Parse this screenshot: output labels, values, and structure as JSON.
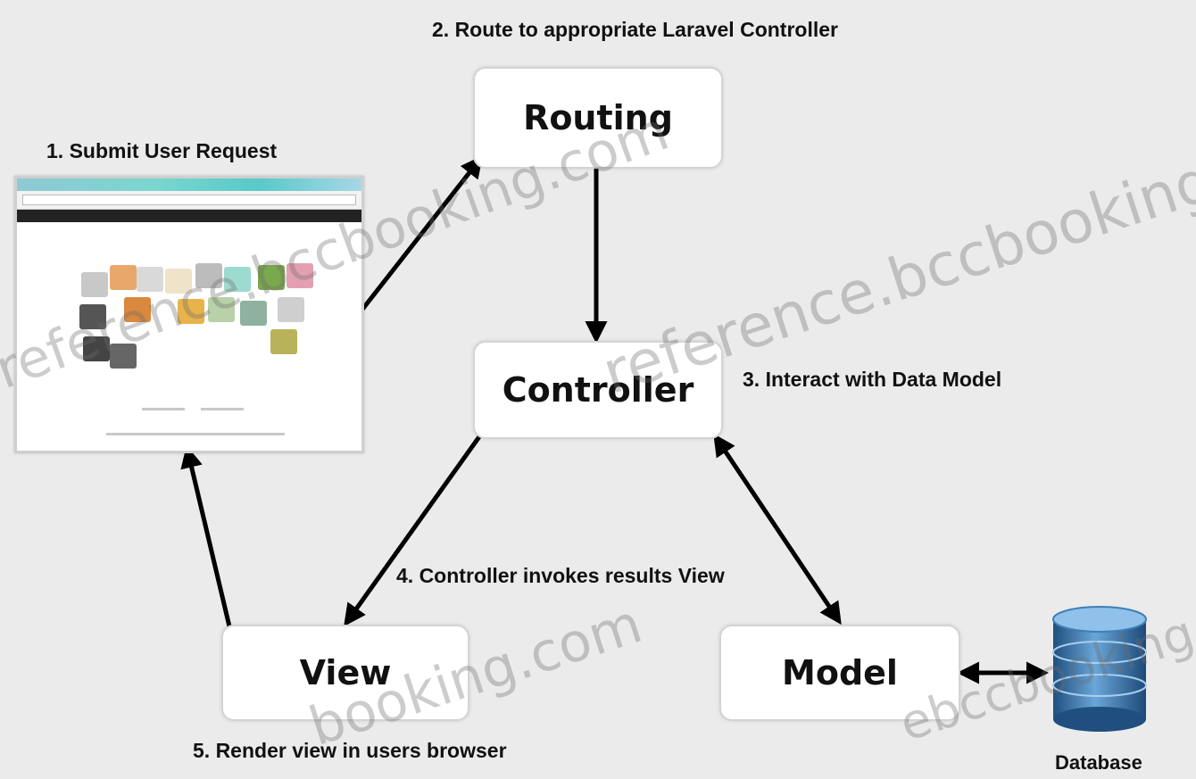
{
  "nodes": {
    "routing": "Routing",
    "controller": "Controller",
    "view": "View",
    "model": "Model"
  },
  "steps": {
    "step1": "1. Submit User Request",
    "step2": "2. Route to appropriate Laravel Controller",
    "step3": "3. Interact with Data Model",
    "step4": "4. Controller invokes results View",
    "step5": "5. Render view in users browser"
  },
  "database_label": "Database",
  "watermark": {
    "text_a": "reference.bccbooking.com",
    "text_b": "reference.bccbooking.com",
    "text_c": "ebccbooking.com",
    "text_d": "booking.com"
  },
  "colors": {
    "background": "#ebebeb",
    "arrow": "#000000",
    "database_blue": "#3f7fb8"
  },
  "icons": {
    "browser": "browser-screenshot-icon",
    "database": "database-cylinder-icon"
  }
}
